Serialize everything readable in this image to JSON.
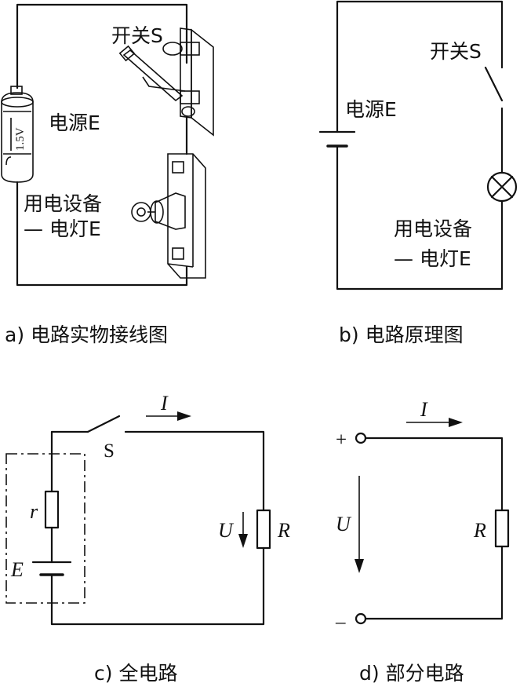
{
  "panel_a": {
    "caption": "a) 电路实物接线图",
    "switch_label": "开关S",
    "source_label": "电源E",
    "battery_text": "1.5V",
    "device_label_1": "用电设备",
    "device_label_2": "— 电灯E"
  },
  "panel_b": {
    "caption": "b) 电路原理图",
    "switch_label": "开关S",
    "source_label": "电源E",
    "device_label_1": "用电设备",
    "device_label_2": "— 电灯E"
  },
  "panel_c": {
    "caption": "c) 全电路",
    "current": "I",
    "switch": "S",
    "internal_resistance": "r",
    "emf": "E",
    "voltage": "U",
    "resistor": "R"
  },
  "panel_d": {
    "caption": "d) 部分电路",
    "current": "I",
    "plus": "+",
    "minus": "–",
    "voltage": "U",
    "resistor": "R"
  }
}
